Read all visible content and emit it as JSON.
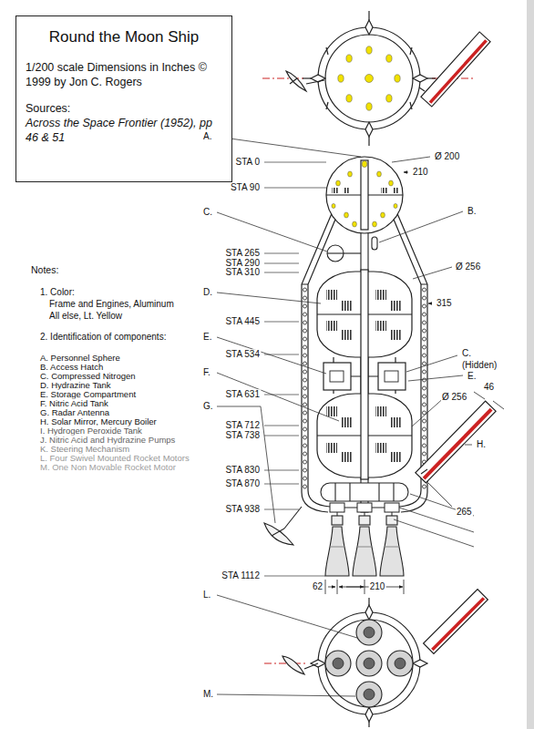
{
  "diagram": {
    "nodes": [
      {
        "text": [
          "Round the Moon Ship",
          "1/200 scale Dimensions in Inches © 1999 by Jon C. Rogers",
          "Sources:",
          "Across the Space Frontier (1952), pp 46 & 51"
        ]
      }
    ],
    "labels": [
      "Notes:",
      "1. Color:",
      "Frame and Engines, Aluminum",
      "All else, Lt. Yellow",
      "2. Identification of components:",
      "A. Personnel Sphere",
      "B. Access Hatch",
      "C. Compressed Nitrogen",
      "D. Hydrazine Tank",
      "E. Storage Compartment",
      "F. Nitric Acid Tank",
      "G. Radar Antenna",
      "H. Solar Mirror, Mercury Boiler",
      "I. Hydrogen Peroxide Tank",
      "J. Nitric Acid and Hydrazine Pumps",
      "K. Steering Mechanism",
      "L. Four Swivel Mounted Rocket Motors",
      "M. One Non Movable Rocket Motor",
      "A.",
      "STA 0",
      "Ø 200",
      "210",
      "STA 90",
      "C.",
      "B.",
      "STA 265",
      "STA 290",
      "STA 310",
      "Ø 256",
      "D.",
      "315",
      "STA 445",
      "C.",
      "(Hidden)",
      "E.",
      "STA 534",
      "E.",
      "46",
      "Ø 256",
      "F.",
      "STA 631",
      "G.",
      "STA 712",
      "STA 738",
      "H.",
      "265",
      "STA 830",
      "STA 870",
      "STA 938",
      "STA 1112",
      "62",
      "210",
      "L.",
      "M."
    ]
  }
}
